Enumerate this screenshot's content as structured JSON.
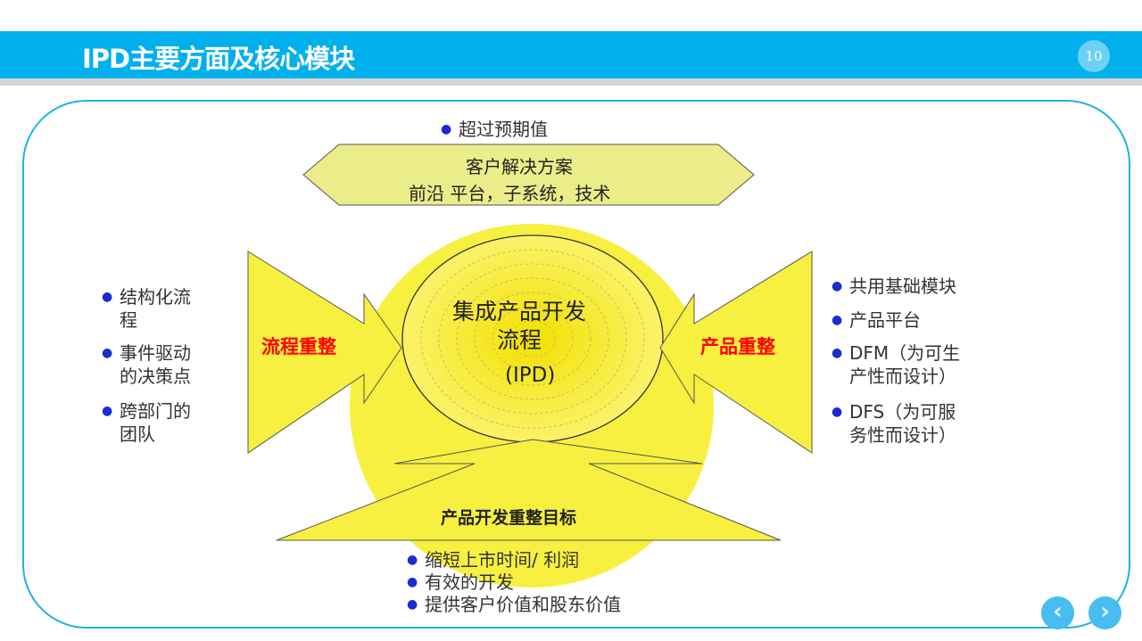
{
  "header": {
    "title": "IPD主要方面及核心模块",
    "page_number": "10"
  },
  "diagram": {
    "top_bullet": "超过预期值",
    "top_box": {
      "line1": "客户解决方案",
      "line2": "前沿 平台，子系统，技术"
    },
    "center": {
      "line1": "集成产品开发",
      "line2": "流程",
      "line3": "(IPD)"
    },
    "left_label": "流程重整",
    "right_label": "产品重整",
    "bottom_label": "产品开发重整目标",
    "left_bullets": [
      [
        "结构化流",
        "程"
      ],
      [
        "事件驱动",
        "的决策点"
      ],
      [
        "跨部门的",
        "团队"
      ]
    ],
    "right_bullets": [
      [
        "共用基础模块"
      ],
      [
        "产品平台"
      ],
      [
        "DFM（为可生",
        "产性而设计）"
      ],
      [
        "DFS（为可服",
        "务性而设计）"
      ]
    ],
    "bottom_bullets": [
      "缩短上市时间/ 利润",
      "有效的开发",
      "提供客户价值和股东价值"
    ]
  },
  "nav": {
    "prev": "‹",
    "next": "›"
  },
  "colors": {
    "header": "#00b0ec",
    "yellow": "#f5f03a",
    "red": "#ff0000",
    "bullet": "#1a2bd0"
  }
}
